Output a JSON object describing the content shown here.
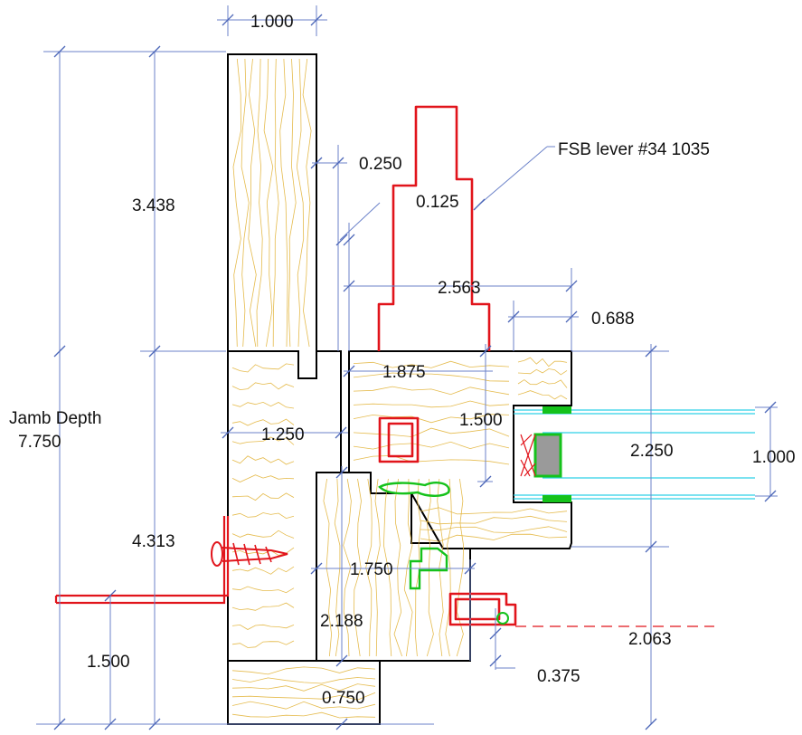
{
  "drawing": {
    "colors": {
      "dimension": "#6b82c9",
      "wood_outline": "#000000",
      "wood_grain": "#e2b43a",
      "hardware": "#e1141b",
      "gasket": "#15c21b",
      "glass": "#2fd1e6"
    },
    "callout": "FSB lever #34 1035",
    "jamb_label": "Jamb Depth",
    "jamb_value": "7.750",
    "dims": {
      "top_width": "1.000",
      "upper_height": "3.438",
      "gap_a": "0.250",
      "gap_b": "0.125",
      "lever_span": "2.563",
      "lever_offset": "0.688",
      "sash_width": "1.875",
      "sash_height": "1.500",
      "jamb_width": "1.250",
      "glass_thickness": "2.250",
      "glass_unit": "1.000",
      "lower_height": "4.313",
      "stop_width": "1.750",
      "stop_height": "2.188",
      "bottom_height": "1.500",
      "sill_width": "0.750",
      "sill_height": "2.063",
      "gasket_offset": "0.375"
    }
  }
}
